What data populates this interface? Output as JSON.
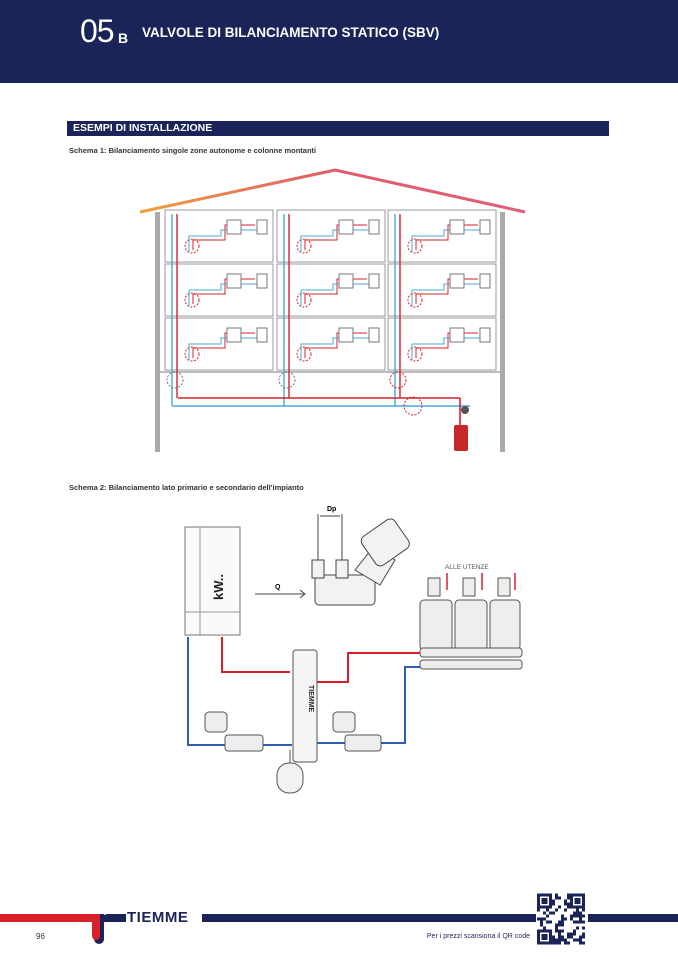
{
  "header": {
    "chapter_number": "05",
    "chapter_letter": "B",
    "title": "VALVOLE DI BILANCIAMENTO STATICO (SBV)"
  },
  "section": {
    "title": "ESEMPI DI INSTALLAZIONE"
  },
  "schema1": {
    "caption": "Schema 1: Bilanciamento singole zone autonome e colonne montanti"
  },
  "schema2": {
    "caption": "Schema 2: Bilanciamento lato primario e secondario dell'impianto",
    "boiler_label": "kW..",
    "flow_label": "Q",
    "dp_label": "Dp",
    "users_label": "ALLE UTENZE",
    "separator_brand": "TIEMME"
  },
  "colors": {
    "navy": "#1b2459",
    "red": "#d9202a",
    "blue": "#2f5fb0",
    "light_blue": "#48a8d8"
  },
  "footer": {
    "brand": "TIEMME",
    "page_number": "96",
    "qr_text": "Per i prezzi scansiona il QR code"
  }
}
